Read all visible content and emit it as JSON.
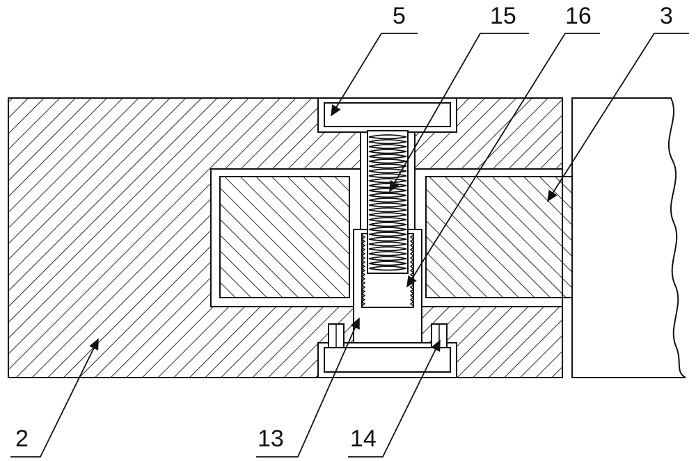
{
  "diagram": {
    "type": "mechanical-cross-section",
    "hatch_style": "diagonal",
    "labels": {
      "part_5": "5",
      "part_15": "15",
      "part_16": "16",
      "part_3": "3",
      "part_2": "2",
      "part_13": "13",
      "part_14": "14"
    },
    "colors": {
      "line": "#111111",
      "background": "#ffffff"
    }
  }
}
